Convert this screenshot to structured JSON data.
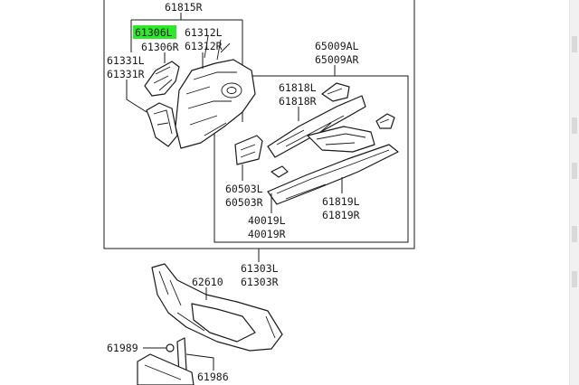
{
  "labels": {
    "p61815R": "61815R",
    "p61306L": "61306L",
    "p61306R": "61306R",
    "p61312L": "61312L",
    "p61312R": "61312R",
    "p61331L": "61331L",
    "p61331R": "61331R",
    "p65009AL": "65009AL",
    "p65009AR": "65009AR",
    "p61818L": "61818L",
    "p61818R": "61818R",
    "p60503L": "60503L",
    "p60503R": "60503R",
    "p40019L": "40019L",
    "p40019R": "40019R",
    "p61819L": "61819L",
    "p61819R": "61819R",
    "p61303L": "61303L",
    "p61303R": "61303R",
    "p62610": "62610",
    "p61989": "61989",
    "p61986": "61986"
  },
  "colors": {
    "highlight": "#2ee82a",
    "line": "#1a1a1a"
  }
}
